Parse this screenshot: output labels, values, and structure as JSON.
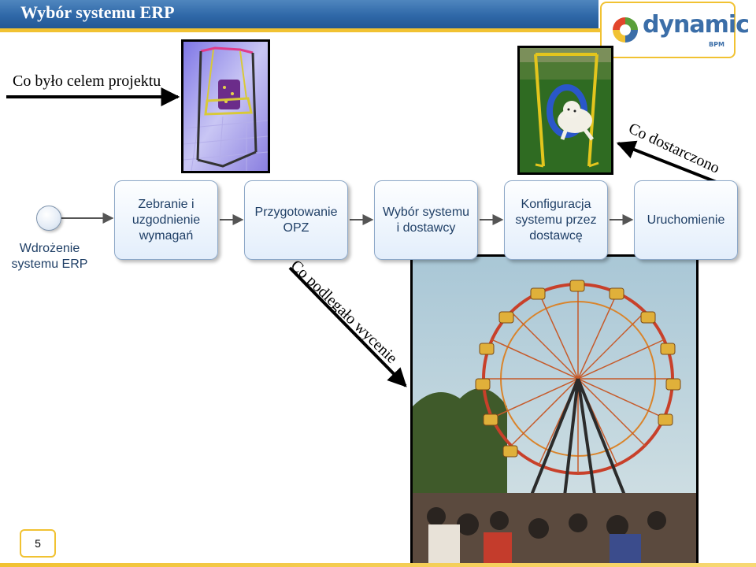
{
  "header": {
    "title": "Wybór systemu ERP"
  },
  "logo": {
    "brand": "dynamic",
    "sub": "BPM",
    "colors": [
      "#e2452b",
      "#f1c232",
      "#5a9e3a",
      "#3b6ea8"
    ]
  },
  "annotations": {
    "goal": "Co było celem projektu",
    "delivered": "Co dostarczono",
    "valued": "Co podlegało wycenie"
  },
  "process": {
    "start_event_label": "Wdrożenie\nsystemu ERP",
    "steps": [
      {
        "label": "Zebranie i\nuzgodnienie\nwymagań"
      },
      {
        "label": "Przygotowanie\nOPZ"
      },
      {
        "label": "Wybór systemu\ni dostawcy"
      },
      {
        "label": "Konfiguracja\nsystemu przez\ndostawcę"
      },
      {
        "label": "Uruchomienie"
      }
    ]
  },
  "photos": {
    "swing": "baby-swing-photo",
    "dog": "dog-jumping-through-hoop-photo",
    "ferris": "ferris-wheel-photo"
  },
  "footer": {
    "page_number": "5"
  }
}
